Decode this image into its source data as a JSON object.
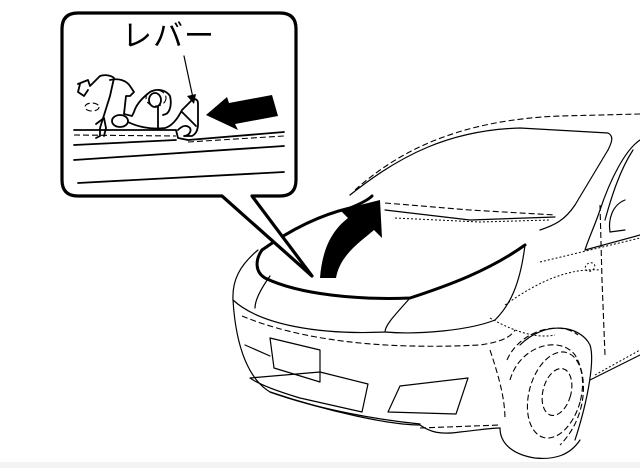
{
  "diagram": {
    "subject": "Opening the car hood",
    "callout": {
      "label": "レバー",
      "label_meaning": "lever"
    },
    "arrows": [
      {
        "name": "push-lever-arrow",
        "direction": "left"
      },
      {
        "name": "lift-hood-arrow",
        "direction": "up"
      }
    ],
    "colors": {
      "line": "#000000",
      "background": "#ffffff",
      "bottom_strip": "#f3f3f3"
    }
  }
}
